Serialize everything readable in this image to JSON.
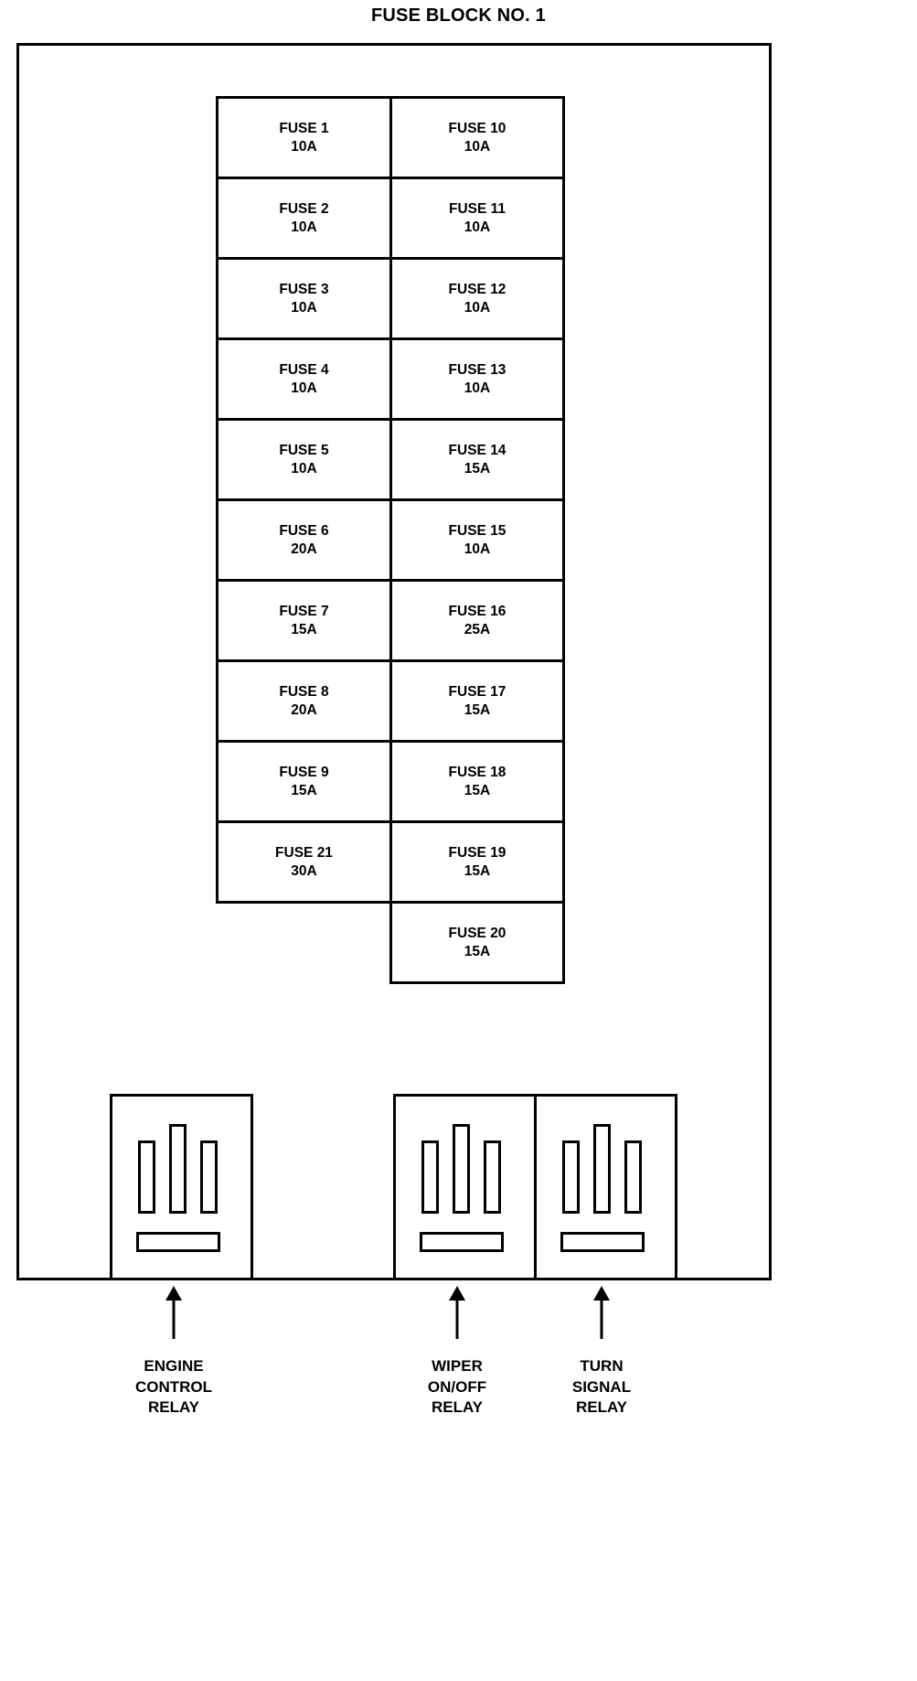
{
  "title": "FUSE BLOCK NO. 1",
  "fuse_grid": {
    "left_column": [
      {
        "name": "FUSE 1",
        "amp": "10A"
      },
      {
        "name": "FUSE 2",
        "amp": "10A"
      },
      {
        "name": "FUSE 3",
        "amp": "10A"
      },
      {
        "name": "FUSE 4",
        "amp": "10A"
      },
      {
        "name": "FUSE 5",
        "amp": "10A"
      },
      {
        "name": "FUSE 6",
        "amp": "20A"
      },
      {
        "name": "FUSE 7",
        "amp": "15A"
      },
      {
        "name": "FUSE 8",
        "amp": "20A"
      },
      {
        "name": "FUSE 9",
        "amp": "15A"
      },
      {
        "name": "FUSE 21",
        "amp": "30A"
      }
    ],
    "right_column": [
      {
        "name": "FUSE 10",
        "amp": "10A"
      },
      {
        "name": "FUSE 11",
        "amp": "10A"
      },
      {
        "name": "FUSE 12",
        "amp": "10A"
      },
      {
        "name": "FUSE 13",
        "amp": "10A"
      },
      {
        "name": "FUSE 14",
        "amp": "15A"
      },
      {
        "name": "FUSE 15",
        "amp": "10A"
      },
      {
        "name": "FUSE 16",
        "amp": "25A"
      },
      {
        "name": "FUSE 17",
        "amp": "15A"
      },
      {
        "name": "FUSE 18",
        "amp": "15A"
      },
      {
        "name": "FUSE 19",
        "amp": "15A"
      },
      {
        "name": "FUSE 20",
        "amp": "15A"
      }
    ]
  },
  "relays": [
    {
      "label": "ENGINE\nCONTROL\nRELAY"
    },
    {
      "label": "WIPER\nON/OFF\nRELAY"
    },
    {
      "label": "TURN\nSIGNAL\nRELAY"
    }
  ],
  "colors": {
    "line": "#000000",
    "background": "#ffffff"
  }
}
